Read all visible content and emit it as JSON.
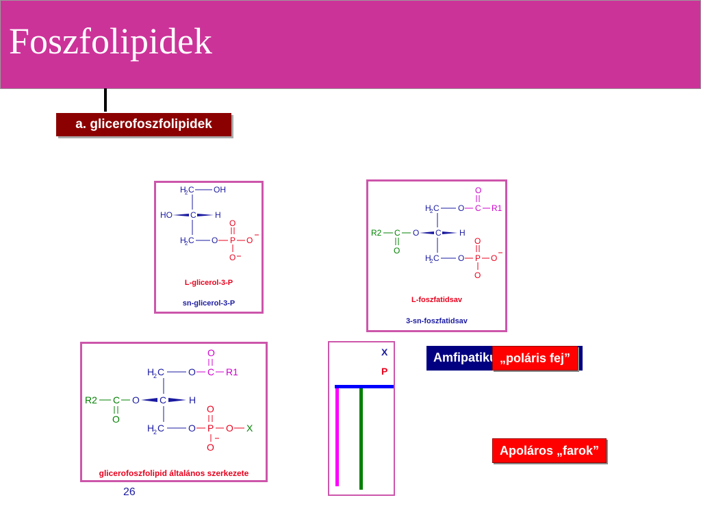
{
  "slide": {
    "title": "Foszfolipidek",
    "section_label": "a. glicerofoszfolipidek",
    "page_number": "26"
  },
  "glycerol_box": {
    "caption_1": "L-glicerol-3-P",
    "caption_2": "sn-glicerol-3-P"
  },
  "phosphatidic_box": {
    "caption_1": "L-foszfatidsav",
    "caption_2": "3-sn-foszfatidsav"
  },
  "general_box": {
    "caption": "glicerofoszfolipid általános szerkezete"
  },
  "schematic": {
    "label_x": "X",
    "label_p": "P"
  },
  "tags": {
    "amphipathic": "Amfipatikus",
    "polar_head": "„poláris fej”",
    "apolar_tail": "Apoláros „farok”"
  },
  "colors": {
    "title_bar": "#cc3399",
    "section_label_bg": "#8b0000",
    "box_border": "#cc55aa",
    "tag_red": "#ff0000",
    "tag_navy": "#000080"
  }
}
